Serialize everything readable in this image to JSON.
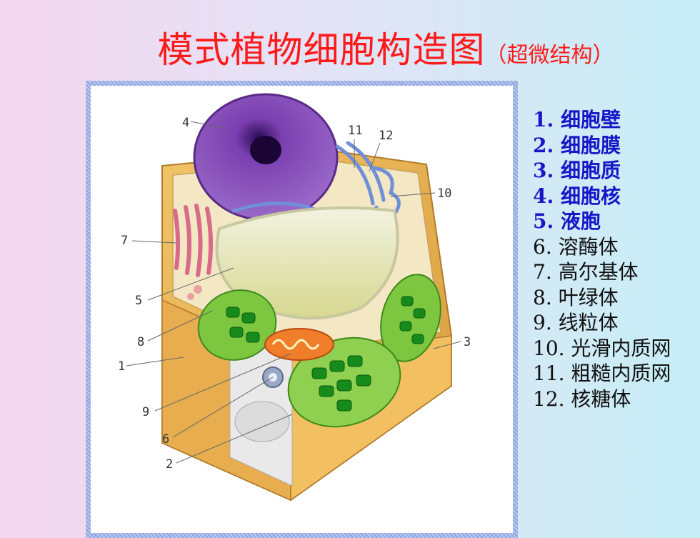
{
  "title": {
    "main": "模式植物细胞构造图",
    "sub": "（超微结构）"
  },
  "diagram_labels": [
    "1",
    "2",
    "3",
    "4",
    "5",
    "6",
    "7",
    "8",
    "9",
    "10",
    "11",
    "12"
  ],
  "legend": [
    {
      "text": "1. 细胞壁",
      "highlight": true
    },
    {
      "text": "2. 细胞膜",
      "highlight": true
    },
    {
      "text": "3. 细胞质",
      "highlight": true
    },
    {
      "text": "4. 细胞核",
      "highlight": true
    },
    {
      "text": "5. 液胞",
      "highlight": true
    },
    {
      "text": "6. 溶酶体",
      "highlight": false
    },
    {
      "text": "7. 高尔基体",
      "highlight": false
    },
    {
      "text": "8. 叶绿体",
      "highlight": false
    },
    {
      "text": "9. 线粒体",
      "highlight": false
    },
    {
      "text": "10. 光滑内质网",
      "highlight": false
    },
    {
      "text": "11. 粗糙内质网",
      "highlight": false
    },
    {
      "text": "12. 核糖体",
      "highlight": false
    }
  ],
  "colors": {
    "title": "#ff1a1a",
    "legend_highlight": "#1717c8",
    "legend_normal": "#111111",
    "frame": "#8fa6df"
  }
}
